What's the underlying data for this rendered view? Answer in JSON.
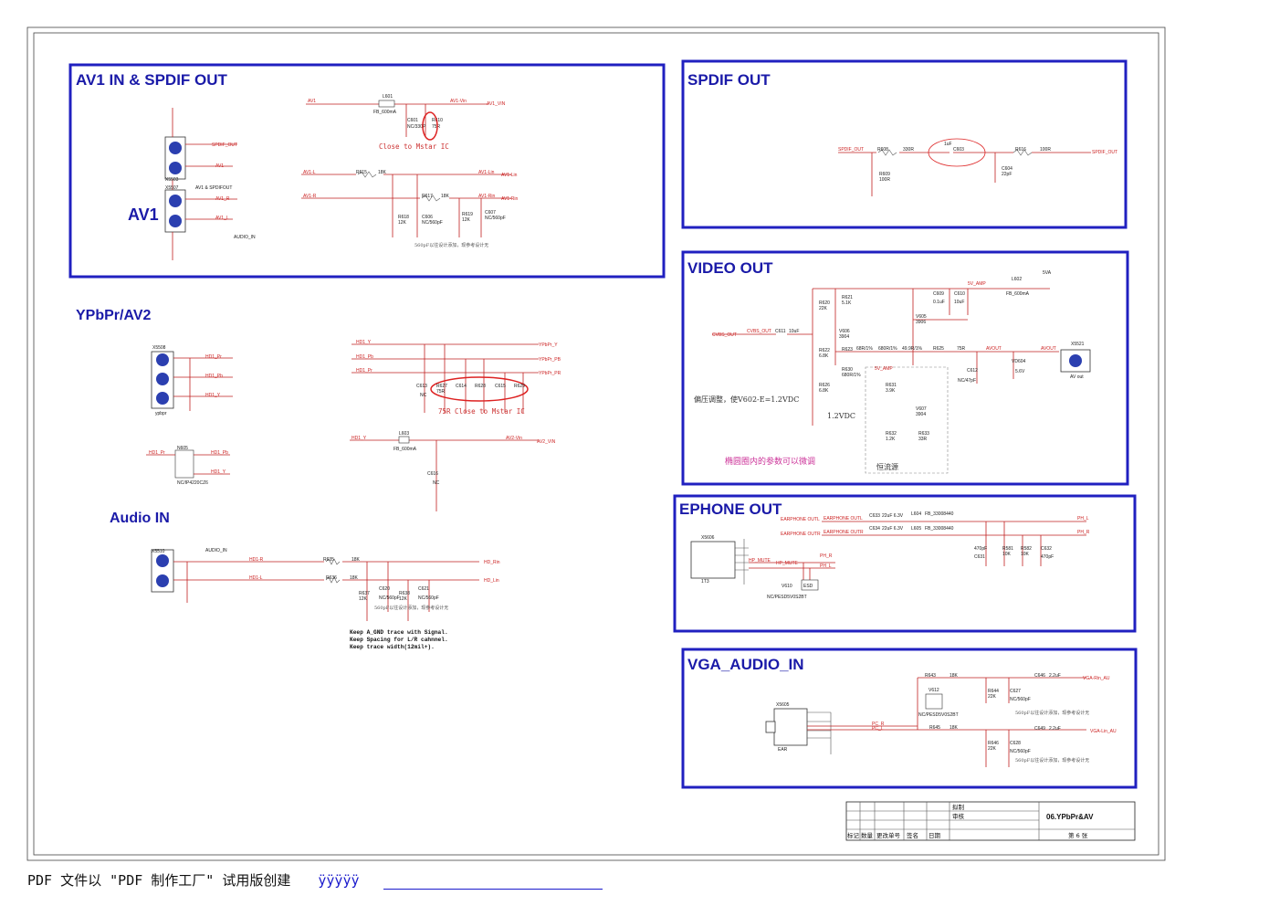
{
  "colors": {
    "box": "#2020c0",
    "title": "#1a1aa8",
    "wire": "#c02020",
    "ellipse": "#dd2222"
  },
  "sections": {
    "av1": "AV1 IN & SPDIF OUT",
    "spdif": "SPDIF OUT",
    "video": "VIDEO OUT",
    "ephone": "EPHONE OUT",
    "vga": "VGA_AUDIO_IN",
    "ypbpr": "YPbPr/AV2",
    "audio": "Audio IN",
    "av1_big": "AV1"
  },
  "av1": {
    "spdif_out": "SPDIF_OUT",
    "av1": "AV1",
    "av1_r": "AV1_R",
    "av1_l": "AV1_L",
    "x5503": "X5503",
    "x5507": "X5507",
    "av1_spdifout": "AV1 & SPDIFOUT",
    "audio_in": "AUDIO_IN",
    "av1_net": "AV1",
    "l601": "L601",
    "fb": "FB_600mA",
    "av1_vin": "AV1-Vin",
    "av1_vin2": "AV1_VIN",
    "c601": "C601",
    "nc330": "NC/330P",
    "r610": "R610",
    "r75": "75R",
    "close": "Close to Mstar IC",
    "av1l": "AV1-L",
    "r615": "R615",
    "r18k": "18K",
    "av1lin": "AV1-Lin",
    "av1lin2": "AV1-Lin",
    "av1r": "AV1-R",
    "r617": "R617",
    "r18k2": "18K",
    "av1rin": "AV1-Rin",
    "av1rin2": "AV1-Rin",
    "r618": "R618",
    "r12k": "12K",
    "c606": "C606",
    "nc560": "NC/560pF",
    "r619": "R619",
    "r12k2": "12K",
    "c607": "C607",
    "nc5602": "NC/560pF",
    "note": "560pF以往设计添加，现参考设计无"
  },
  "spdif": {
    "spdif_out": "SPDIF_OUT",
    "r608": "R608",
    "r330": "330R",
    "u1": "1uF",
    "c603": "C603",
    "r616": "R616",
    "r100": "100R",
    "spdif_out2": "SPDIF_OUT",
    "r609": "R609",
    "r1002": "100R",
    "c604": "C604",
    "p22": "22pF"
  },
  "video": {
    "cvbs": "CVBS_OUT",
    "cvbs2": "CVBS_OUT",
    "c611": "C611",
    "u10": "10uF",
    "r620": "R620",
    "k22": "22K",
    "r621": "R621",
    "k51": "5.1K",
    "v606": "V606",
    "n3904": "3904",
    "r622": "R622",
    "k68": "6.8K",
    "r623": "R623",
    "r68ohm": "68R/1%",
    "r6_1": "680R/1%",
    "r4995": "49.9R/1%",
    "r625": "R625",
    "r75": "75R",
    "avout": "AVOUT",
    "avout2": "AVOUT",
    "x5521": "X5521",
    "avout3": "AV out",
    "r626": "R626",
    "k68b": "6.8K",
    "r630": "R630",
    "r680": "680R/1%",
    "v605": "V605",
    "n3906": "3906",
    "c609": "C609",
    "u01": "0.1uF",
    "c610": "C610",
    "u10b": "10uF",
    "v5_amp": "5V_AMP",
    "l602": "L602",
    "fb": "FB_600mA",
    "v5a": "5VA",
    "v5amp2": "5V_AMP",
    "r631": "R631",
    "k39": "3.9K",
    "v607": "V607",
    "n39042": "3904",
    "r632": "R632",
    "k12": "1.2K",
    "r633": "R633",
    "r33": "33R",
    "c612": "C612",
    "nc47": "NC/47pF",
    "vd604": "VD604",
    "v56": "5.6V",
    "bias": "偏压调整，使V602-E=1.2VDC",
    "vdc": "1.2VDC",
    "ellipse_note": "椭圆圈内的参数可以微调",
    "cc": "恒流源"
  },
  "ephone": {
    "x5606": "X5606",
    "tt3": "1T3",
    "hp_mute": "HP_MUTE",
    "hp_mute2": "HP_MUTE",
    "phr": "PH_R",
    "phl": "PH_L",
    "v610": "V610",
    "esd": "ESD",
    "pesd": "NC/PESD5V0S2BT",
    "earl": "EARPHONE OUTL",
    "earl2": "EARPHONE OUTL",
    "earr": "EARPHONE OUTR",
    "earr2": "EARPHONE OUTR",
    "c633": "C633",
    "u22a": "22uF 6.3V",
    "c634": "C634",
    "u22b": "22uF 6.3V",
    "l604": "L604",
    "fb33": "FB_33008440",
    "l605": "L605",
    "fb33b": "FB_33008440",
    "phl2": "PH_L",
    "phr2": "PH_R",
    "c631": "C631",
    "p470": "470pF",
    "r581": "R581",
    "k10": "10K",
    "r582": "R582",
    "k10b": "10K",
    "c632": "C632",
    "p470b": "470pF"
  },
  "vga": {
    "x5605": "X5605",
    "ear": "EAR",
    "pcr": "PC_R",
    "pcl": "PC_L",
    "r643": "R643",
    "k18": "18K",
    "c646": "C646",
    "u22": "2.2uF",
    "vgarin": "VGA-Rin_AU",
    "r644": "R644",
    "k22": "22K",
    "c627": "C627",
    "nc560": "NC/560pF",
    "v612": "V612",
    "pesd": "NC/PESD5V0S2BT",
    "note1": "560pF以往设计添加，现参考设计无",
    "r645": "R645",
    "k18b": "18K",
    "c649": "C649",
    "u22b": "2.2uF",
    "vgalin": "VGA-Lin_AU",
    "r646": "R646",
    "k22b": "22K",
    "c628": "C628",
    "nc560b": "NC/560pF",
    "note2": "560pF以往设计添加，现参考设计无"
  },
  "ypbpr": {
    "x5508": "X5508",
    "ypbpr": "ypbpr",
    "hd1pr": "HD1_Pr",
    "hd1pb": "HD1_Pb",
    "hd1y": "HD1_Y",
    "hd1y_b": "HD1_Y",
    "hd1pb_b": "HD1_Pb",
    "hd1pr_b": "HD1_Pr",
    "ypbpry": "YPbPr_Y",
    "ypbprpb": "YPbPr_PB",
    "ypbprpr": "YPbPr_PR",
    "c613": "C613",
    "nc": "NC",
    "r627": "R627",
    "r75": "75R",
    "c614": "C614",
    "r628": "R628",
    "c615": "C615",
    "r629": "R629",
    "close": "75R Close to Mstar IC",
    "hd1y2": "HD1_Y",
    "l603": "L603",
    "fb": "FB_600mA",
    "av2vin": "AV2-Vin",
    "av2vin2": "AV2_VIN",
    "c616": "C616",
    "nc2": "NC",
    "hd1pr3": "HD1_Pr",
    "n605": "N605",
    "hd1pb3": "HD1_Pb",
    "hd1y3": "HD1_Y",
    "pesd3": "NC/IP4220CZ6"
  },
  "audio": {
    "x5510": "X5510",
    "audio_in": "AUDIO_IN",
    "hd1r": "HD1-R",
    "hd1l": "HD1-L",
    "r635": "R635",
    "k18": "18K",
    "r636": "R636",
    "k18b": "18K",
    "hdrin": "HD_Rin",
    "hdlin": "HD_Lin",
    "r637": "R637",
    "k12": "12K",
    "c620": "C620",
    "nc560": "NC/560pF",
    "r638": "R638",
    "k12b": "12K",
    "c621": "C621",
    "nc560b": "NC/560pF",
    "note": "560pF以往设计添加，现参考设计无",
    "keep1": "Keep A_GND trace with Signal.",
    "keep2": "Keep Spacing for L/R cahnnel.",
    "keep3": "Keep trace width(12mil+)."
  },
  "titleblock": {
    "drawn": "拟制",
    "check": "审核",
    "title": "06.YPbPr&AV",
    "h1": "标记",
    "h2": "数量",
    "h3": "更改单号",
    "h4": "签名",
    "h5": "日期",
    "sheet": "第  6  张"
  },
  "footer": {
    "text": "PDF 文件以 \"PDF 制作工厂\" 试用版创建",
    "link": "ÿÿÿÿÿ"
  }
}
